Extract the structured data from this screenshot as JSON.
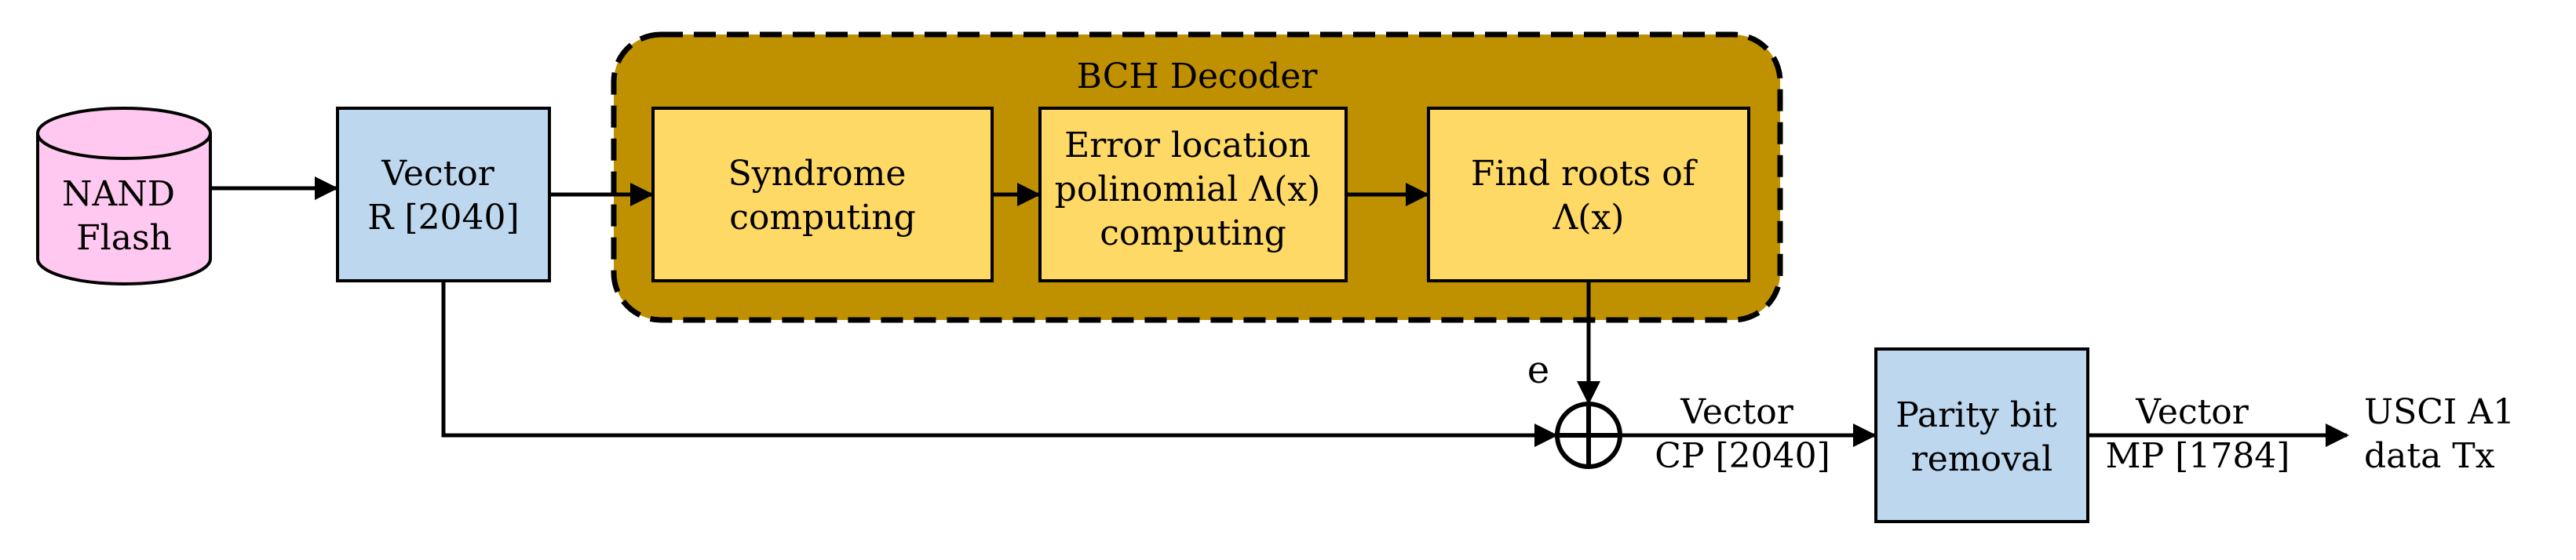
{
  "nodes": {
    "nand": {
      "lines": [
        "NAND",
        "Flash"
      ]
    },
    "vector_r": {
      "lines": [
        "Vector",
        "R [2040]"
      ]
    },
    "decoder": {
      "title": "BCH Decoder"
    },
    "syndrome": {
      "lines": [
        "Syndrome",
        "computing"
      ]
    },
    "error_loc": {
      "lines": [
        "Error location",
        "polinomial Λ(x)",
        "computing"
      ]
    },
    "find_roots": {
      "lines": [
        "Find roots of",
        "Λ(x)"
      ]
    },
    "parity": {
      "lines": [
        "Parity bit",
        "removal"
      ]
    }
  },
  "labels": {
    "e": "e",
    "cp": [
      "Vector",
      "CP [2040]"
    ],
    "mp": [
      "Vector",
      "MP [1784]"
    ],
    "output": [
      "USCI A1",
      "data Tx"
    ]
  },
  "colors": {
    "nand_fill": "#FFC8F0",
    "vector_fill": "#BDD7EE",
    "decoder_fill": "#BF9000",
    "block_fill": "#FFD966",
    "stroke": "#000000"
  }
}
